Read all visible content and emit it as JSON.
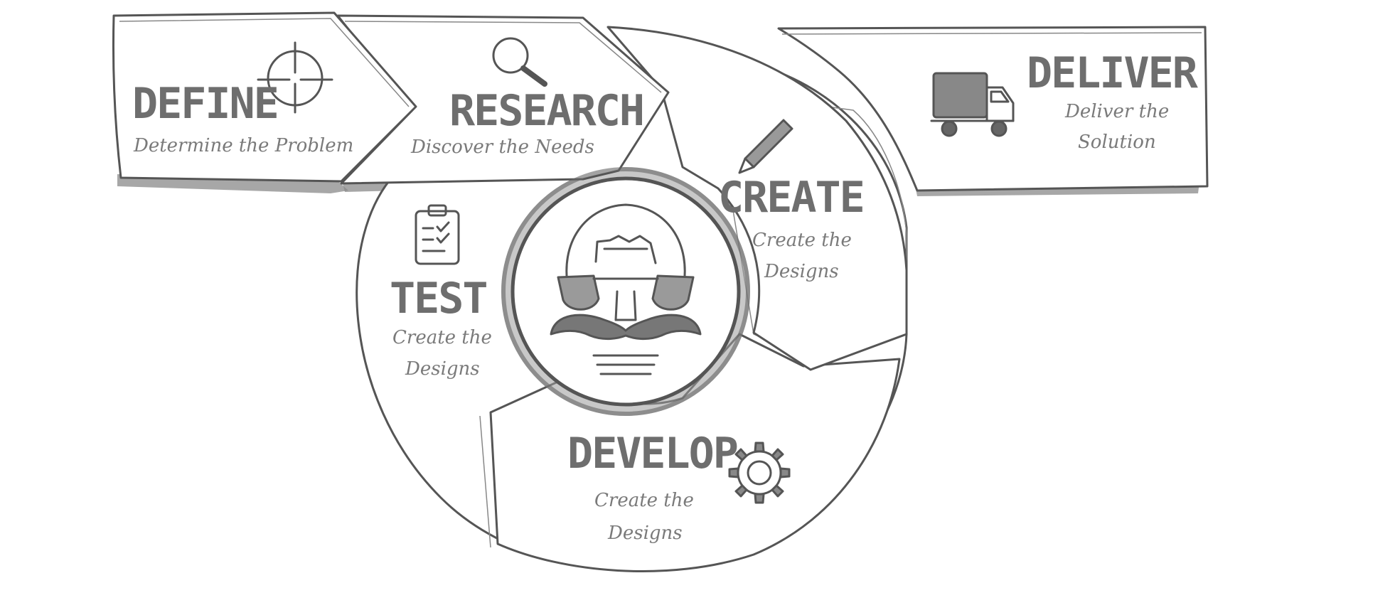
{
  "stages": {
    "define": {
      "title": "DEFINE",
      "line1": "Determine the  Problem",
      "line2": ""
    },
    "research": {
      "title": "RESEARCH",
      "line1": "Discover the Needs",
      "line2": ""
    },
    "create": {
      "title": "CREATE",
      "line1": "Create the",
      "line2": "Designs"
    },
    "test": {
      "title": "TEST",
      "line1": "Create the",
      "line2": "Designs"
    },
    "develop": {
      "title": "DEVELOP",
      "line1": "Create the",
      "line2": "Designs"
    },
    "deliver": {
      "title": "DELIVER",
      "line1": "Deliver the",
      "line2": "Solution"
    }
  },
  "icons": {
    "define": "crosshair-icon",
    "research": "magnifier-icon",
    "create": "pencil-icon",
    "test": "clipboard-icon",
    "develop": "gear-icon",
    "deliver": "truck-icon",
    "center": "mustache-lightbulb-icon"
  },
  "colors": {
    "ink": "#555555",
    "text": "#6e6e6e",
    "shade": "#8a8a8a"
  }
}
